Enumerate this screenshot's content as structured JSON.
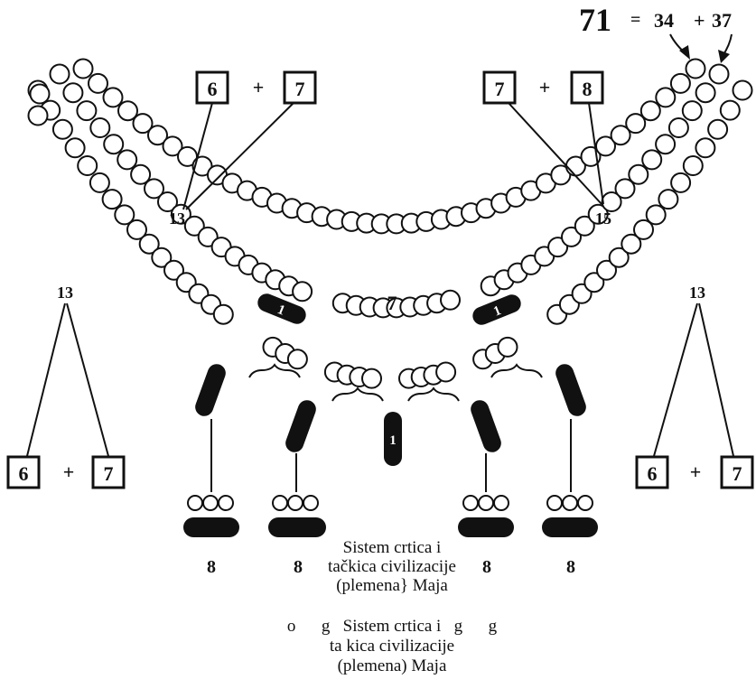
{
  "equation": {
    "total": "71",
    "eq": "=",
    "a": "34",
    "plus": "+",
    "b": "37"
  },
  "top_left_group": {
    "a": "6",
    "op": "+",
    "b": "7",
    "sum": "13"
  },
  "top_right_group": {
    "a": "7",
    "op": "+",
    "b": "8",
    "sum": "15"
  },
  "left_group": {
    "a": "6",
    "op": "+",
    "b": "7",
    "sum": "13"
  },
  "right_group": {
    "a": "6",
    "op": "+",
    "b": "7",
    "sum": "13"
  },
  "middle_count": "7",
  "bar_labels": {
    "middle_left": "1",
    "middle_right": "1",
    "bottom_center": "1"
  },
  "bottom_counts": [
    "8",
    "8",
    "8",
    "8"
  ],
  "caption_main": [
    "Sistem crtica i",
    "tačkica civilizacije",
    "(plemena} Maja"
  ],
  "caption_ocr": [
    "o      g   Sistem crtica i   g      g",
    "ta  kica civilizacije",
    "(plemena) Maja"
  ]
}
